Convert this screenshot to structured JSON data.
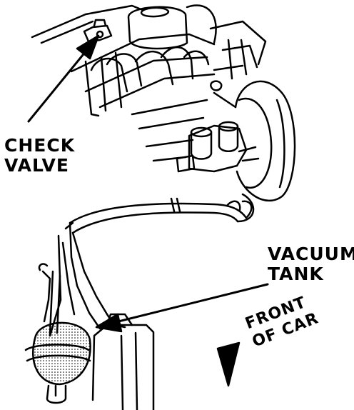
{
  "labels": {
    "check_valve": [
      "CHECK",
      "VALVE"
    ],
    "vacuum_tank": [
      "VACUUM",
      "TANK"
    ],
    "front_of_car": [
      "FRONT",
      "OF CAR"
    ]
  },
  "colors": {
    "ink": "#000000",
    "paper": "#ffffff",
    "shade": "#bdbdbd"
  }
}
